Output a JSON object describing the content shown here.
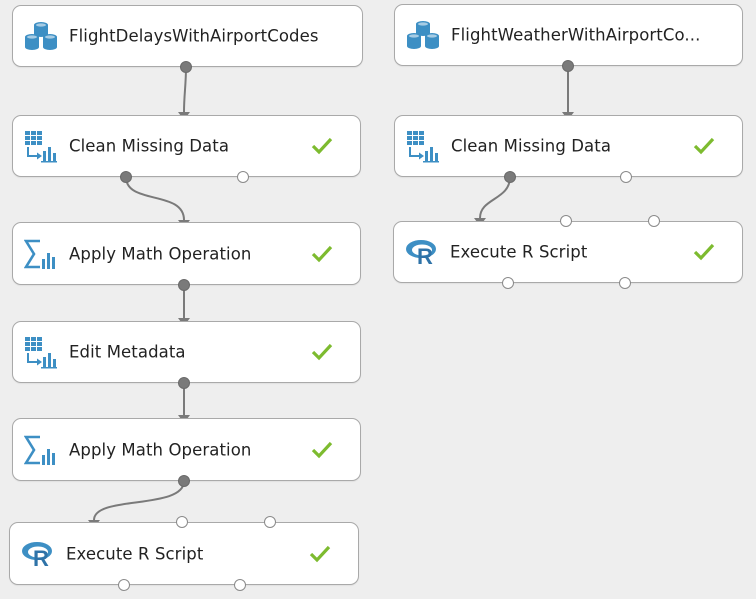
{
  "experiment": {
    "modules": [
      {
        "id": "m1",
        "label": "FlightDelaysWithAirportCodes",
        "icon": "dataset-icon",
        "status": ""
      },
      {
        "id": "m2",
        "label": "Clean Missing Data",
        "icon": "table-transform-icon",
        "status": "completed"
      },
      {
        "id": "m3",
        "label": "Apply Math Operation",
        "icon": "sigma-chart-icon",
        "status": "completed"
      },
      {
        "id": "m4",
        "label": "Edit Metadata",
        "icon": "table-transform-icon",
        "status": "completed"
      },
      {
        "id": "m5",
        "label": "Apply Math Operation",
        "icon": "sigma-chart-icon",
        "status": "completed"
      },
      {
        "id": "m6",
        "label": "Execute R Script",
        "icon": "r-script-icon",
        "status": "completed"
      },
      {
        "id": "m7",
        "label": "FlightWeatherWithAirportCo...",
        "icon": "dataset-icon",
        "status": ""
      },
      {
        "id": "m8",
        "label": "Clean Missing Data",
        "icon": "table-transform-icon",
        "status": "completed"
      },
      {
        "id": "m9",
        "label": "Execute R Script",
        "icon": "r-script-icon",
        "status": "completed"
      }
    ]
  },
  "colors": {
    "canvas": "#eeeeee",
    "icon_blue": "#3d8fc4",
    "check_green": "#7dbb2f",
    "wire": "#7a7a7a"
  }
}
